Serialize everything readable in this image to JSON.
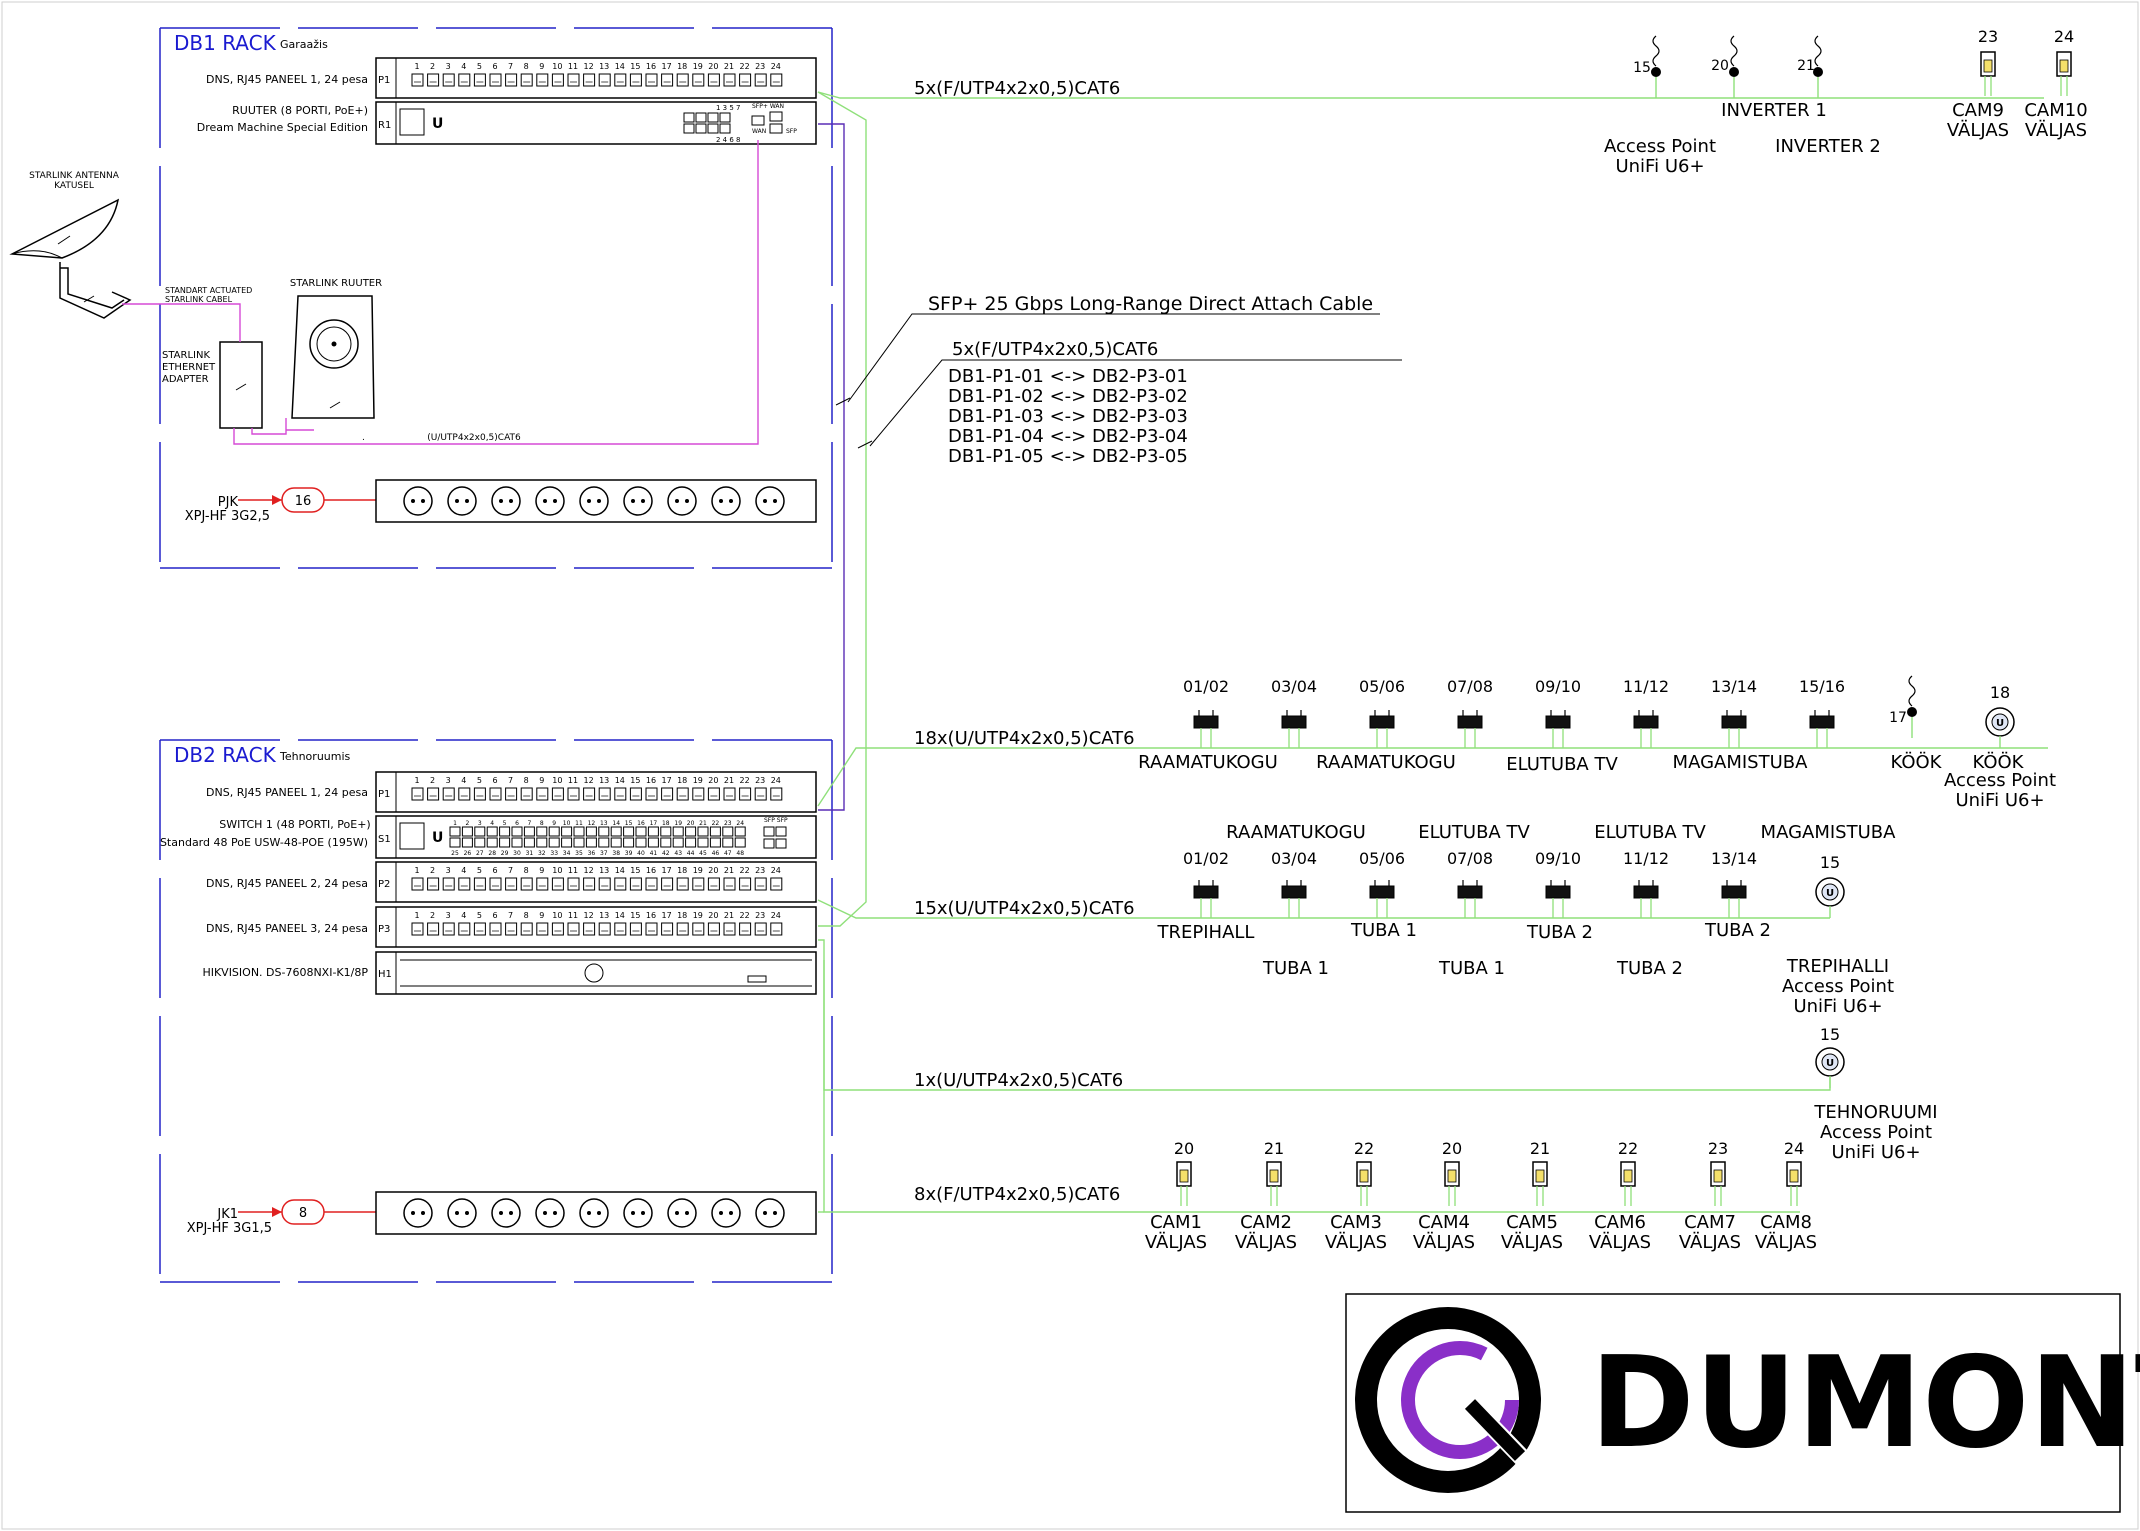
{
  "colors": {
    "green": "#8fe07a",
    "magenta": "#d64ad6",
    "purple": "#5a2db5",
    "blue_frame": "#2323c8",
    "red": "#e02020",
    "logo_purple": "#8a2fc8"
  },
  "db1": {
    "title": "DB1 RACK",
    "location": "Garaažis",
    "p1_label": "DNS, RJ45 PANEEL 1, 24 pesa",
    "p1_tag": "P1",
    "r1_label_1": "RUUTER  (8 PORTI, PoE+)",
    "r1_label_2": "Dream Machine Special Edition",
    "r1_tag": "R1",
    "r1_ports_top": "1  3  5  7",
    "r1_ports_bottom": "2  4  6  8",
    "r1_sfp_wan": "SFP+ WAN",
    "r1_wan": "WAN",
    "r1_sfp": "SFP",
    "pdu_code": "PJK",
    "pdu_cable": "XPJ-HF 3G2,5",
    "pdu_breaker": "16"
  },
  "starlink": {
    "antenna_1": "STARLINK ANTENNA",
    "antenna_2": "KATUSEL",
    "cable_1": "STANDART ACTUATED",
    "cable_2": "STARLINK CABEL",
    "router": "STARLINK RUUTER",
    "adapter_1": "STARLINK",
    "adapter_2": "ETHERNET",
    "adapter_3": "ADAPTER",
    "link_cable": "(U/UTP4x2x0,5)CAT6"
  },
  "db2": {
    "title": "DB2 RACK",
    "location": "Tehnoruumis",
    "p1_label": "DNS, RJ45 PANEEL 1, 24 pesa",
    "p1_tag": "P1",
    "s1_label_1": "SWITCH 1  (48 PORTI, PoE+)",
    "s1_label_2": "Standard 48 PoE USW-48-POE (195W)",
    "s1_tag": "S1",
    "p2_label": "DNS, RJ45 PANEEL 2, 24 pesa",
    "p2_tag": "P2",
    "p3_label": "DNS, RJ45 PANEEL 3, 24 pesa",
    "p3_tag": "P3",
    "h1_label": "HIKVISION. DS-7608NXI-K1/8P",
    "h1_tag": "H1",
    "s1_sfp": "SFP SFP",
    "pdu_code": "JK1",
    "pdu_cable": "XPJ-HF 3G1,5",
    "pdu_breaker": "8"
  },
  "patch_numbers": [
    "1",
    "2",
    "3",
    "4",
    "5",
    "6",
    "7",
    "8",
    "9",
    "10",
    "11",
    "12",
    "13",
    "14",
    "15",
    "16",
    "17",
    "18",
    "19",
    "20",
    "21",
    "22",
    "23",
    "24"
  ],
  "switch_numbers_bottom": [
    "25",
    "26",
    "27",
    "28",
    "29",
    "30",
    "31",
    "32",
    "33",
    "34",
    "35",
    "36",
    "37",
    "38",
    "39",
    "40",
    "41",
    "42",
    "43",
    "44",
    "45",
    "46",
    "47",
    "48"
  ],
  "interlink": {
    "sfp_cable": "SFP+ 25 Gbps Long-Range Direct Attach Cable",
    "cat6_cable": "5x(F/UTP4x2x0,5)CAT6",
    "mappings": [
      "DB1-P1-01 <-> DB2-P3-01",
      "DB1-P1-02 <-> DB2-P3-02",
      "DB1-P1-03 <-> DB2-P3-03",
      "DB1-P1-04 <-> DB2-P3-04",
      "DB1-P1-05 <-> DB2-P3-05"
    ]
  },
  "line1": {
    "cable": "5x(F/UTP4x2x0,5)CAT6",
    "d15": "15",
    "d20": "20",
    "d21": "21",
    "inverter1": "INVERTER 1",
    "inverter2": "INVERTER 2",
    "ap_1": "Access Point",
    "ap_2": "UniFi U6+",
    "cam23": "23",
    "cam24": "24",
    "cam9_1": "CAM9",
    "cam9_2": "VÄLJAS",
    "cam10_1": "CAM10",
    "cam10_2": "VÄLJAS"
  },
  "line2": {
    "cable": "18x(U/UTP4x2x0,5)CAT6",
    "sockets": [
      "01/02",
      "03/04",
      "05/06",
      "07/08",
      "09/10",
      "11/12",
      "13/14",
      "15/16"
    ],
    "rooms": [
      "RAAMATUKOGU",
      "RAAMATUKOGU",
      "ELUTUBA TV",
      "MAGAMISTUBA"
    ],
    "d17": "17",
    "kook": "KÖÖK",
    "ap18": "18",
    "ap_room": "KÖÖK",
    "ap_1": "Access Point",
    "ap_2": "UniFi U6+"
  },
  "line3": {
    "cable": "15x(U/UTP4x2x0,5)CAT6",
    "top_rooms": [
      "RAAMATUKOGU",
      "ELUTUBA TV",
      "ELUTUBA TV",
      "MAGAMISTUBA"
    ],
    "sockets": [
      "01/02",
      "03/04",
      "05/06",
      "07/08",
      "09/10",
      "11/12",
      "13/14"
    ],
    "ap15": "15",
    "bottom_row1": [
      "TREPIHALL",
      "TUBA 1",
      "TUBA 2",
      "TUBA 2"
    ],
    "bottom_row2": [
      "TUBA 1",
      "TUBA 1",
      "TUBA 2"
    ],
    "ap_room": "TREPIHALLI",
    "ap_1": "Access Point",
    "ap_2": "UniFi U6+"
  },
  "line4": {
    "cable": "1x(U/UTP4x2x0,5)CAT6",
    "ap15": "15",
    "ap_room": "TEHNORUUMI",
    "ap_1": "Access Point",
    "ap_2": "UniFi U6+"
  },
  "line5": {
    "cable": "8x(F/UTP4x2x0,5)CAT6",
    "cams": [
      {
        "num": "20",
        "name": "CAM1",
        "loc": "VÄLJAS"
      },
      {
        "num": "21",
        "name": "CAM2",
        "loc": "VÄLJAS"
      },
      {
        "num": "22",
        "name": "CAM3",
        "loc": "VÄLJAS"
      },
      {
        "num": "20",
        "name": "CAM4",
        "loc": "VÄLJAS"
      },
      {
        "num": "21",
        "name": "CAM5",
        "loc": "VÄLJAS"
      },
      {
        "num": "22",
        "name": "CAM6",
        "loc": "VÄLJAS"
      },
      {
        "num": "23",
        "name": "CAM7",
        "loc": "VÄLJAS"
      },
      {
        "num": "24",
        "name": "CAM8",
        "loc": "VÄLJAS"
      }
    ]
  },
  "logo": {
    "text": "DUMONT"
  }
}
